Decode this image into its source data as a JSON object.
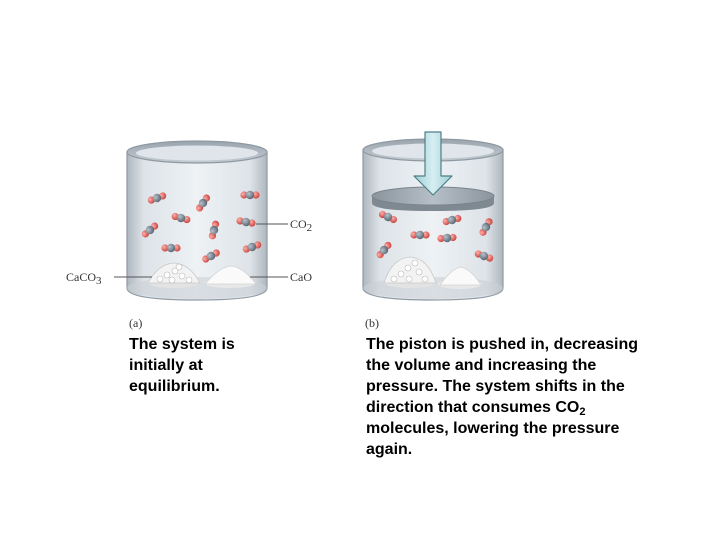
{
  "labels": {
    "co2": {
      "main": "CO",
      "sub": "2"
    },
    "caco3": {
      "main": "CaCO",
      "sub": "3"
    },
    "cao": "CaO",
    "panel_a": "(a)",
    "panel_b": "(b)"
  },
  "captions": {
    "a": "The system is initially at equilibrium.",
    "b": {
      "before_sub": "The piston is pushed in, decreasing  the volume and increasing the pressure. The system shifts in the direction that consumes CO",
      "sub": "2",
      "after_sub": " molecules, lowering the pressure again."
    }
  },
  "colors": {
    "carbon_atom": "#6e7c88",
    "oxygen_atom": "#e05a55",
    "glass": "#cfd6dc",
    "piston_arrow": "#b7dde2"
  },
  "icons": {
    "molecule": "co2-molecule-icon",
    "arrow": "down-arrow-icon"
  }
}
